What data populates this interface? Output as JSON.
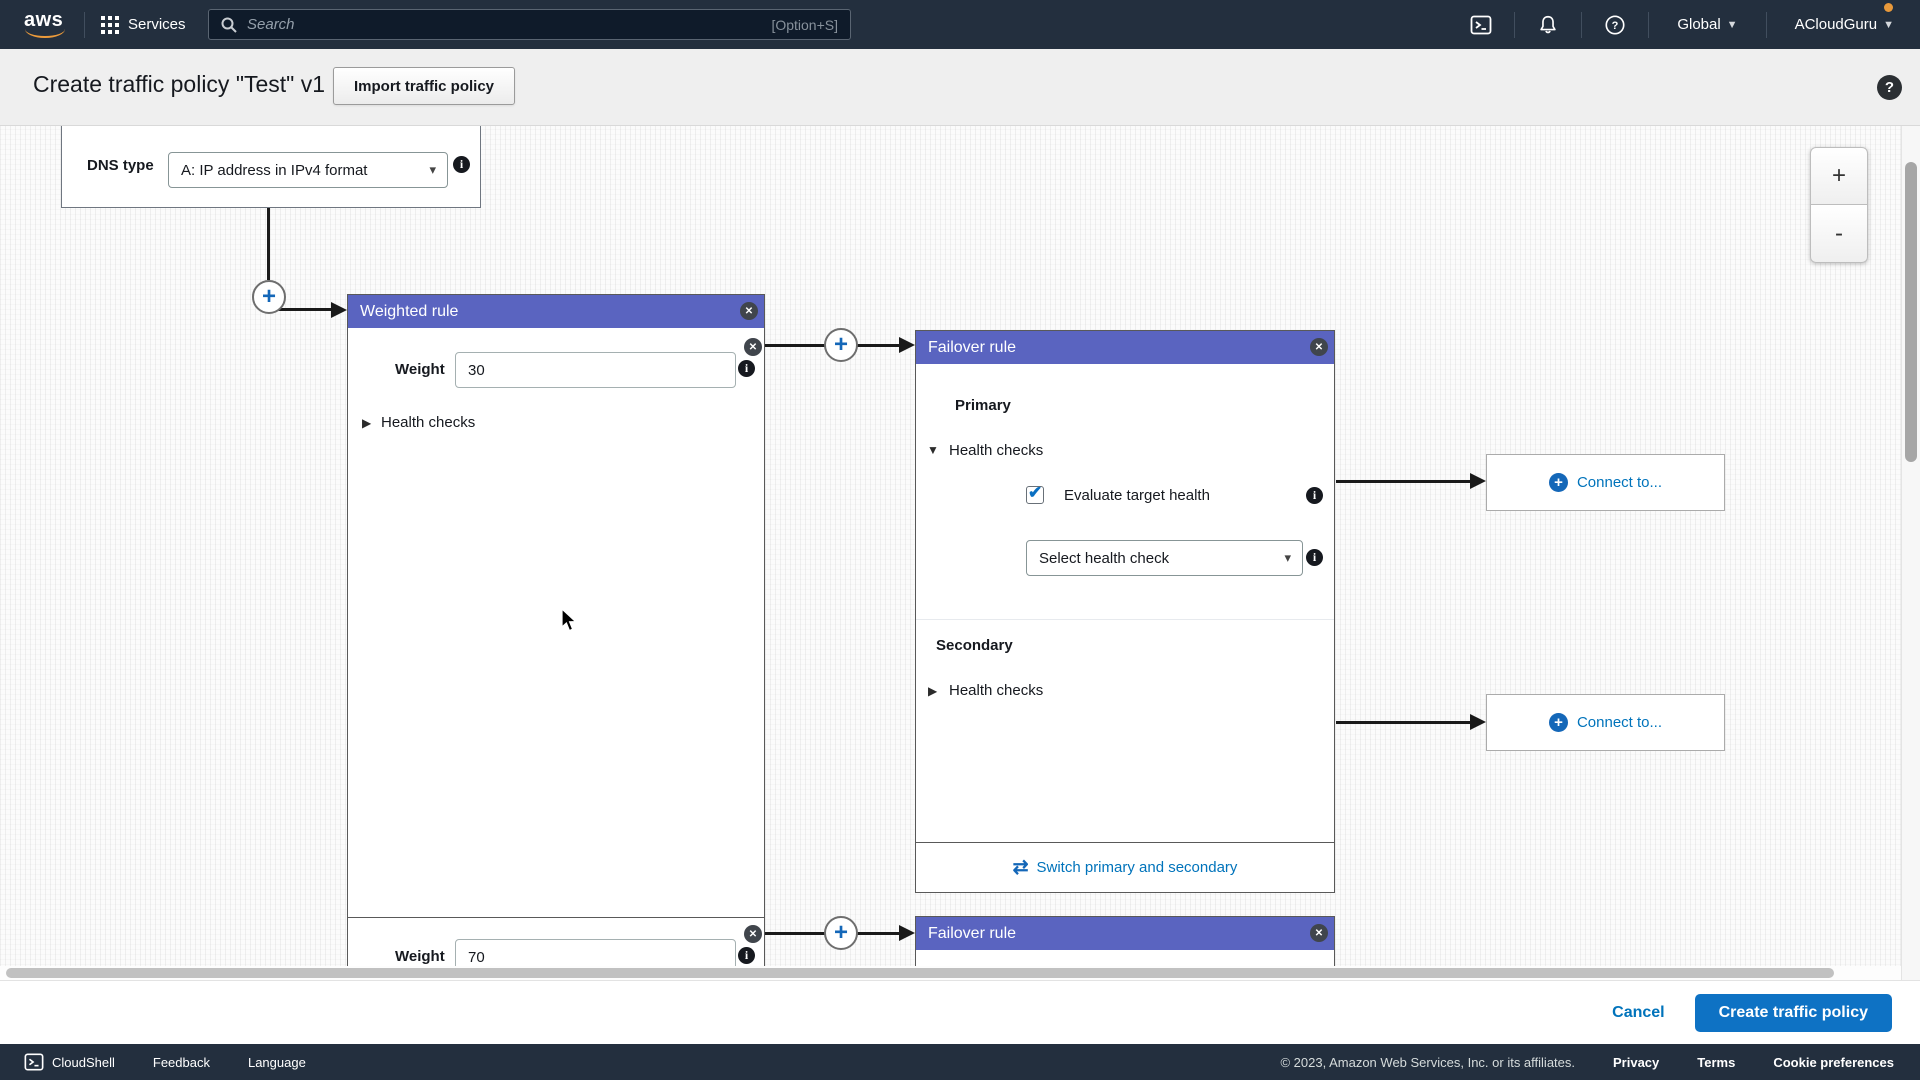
{
  "topbar": {
    "logo_text": "aws",
    "services_label": "Services",
    "search_placeholder": "Search",
    "search_shortcut": "[Option+S]",
    "region_label": "Global",
    "account_label": "ACloudGuru"
  },
  "header": {
    "title": "Create traffic policy \"Test\" v1",
    "import_button_label": "Import traffic policy",
    "help_label": "?"
  },
  "canvas": {
    "dns_type": {
      "label": "DNS type",
      "selected_value": "A: IP address in IPv4 format"
    },
    "weighted_rule": {
      "title": "Weighted rule",
      "endpoints": [
        {
          "weight_label": "Weight",
          "weight_value": "30",
          "health_checks_label": "Health checks"
        },
        {
          "weight_label": "Weight",
          "weight_value": "70"
        }
      ]
    },
    "failover_rules": [
      {
        "title": "Failover rule",
        "primary_label": "Primary",
        "primary_health_checks_label": "Health checks",
        "evaluate_target_health_label": "Evaluate target health",
        "health_check_placeholder": "Select health check",
        "secondary_label": "Secondary",
        "secondary_health_checks_label": "Health checks",
        "switch_label": "Switch primary and secondary"
      },
      {
        "title": "Failover rule"
      }
    ],
    "connect_buttons": [
      {
        "label": "Connect to..."
      },
      {
        "label": "Connect to..."
      }
    ],
    "zoom_controls": {
      "zoom_in_label": "+",
      "zoom_out_label": "-"
    }
  },
  "action_bar": {
    "cancel_label": "Cancel",
    "create_label": "Create traffic policy"
  },
  "footer": {
    "cloudshell_label": "CloudShell",
    "feedback_label": "Feedback",
    "language_label": "Language",
    "copyright": "© 2023, Amazon Web Services, Inc. or its affiliates.",
    "privacy_label": "Privacy",
    "terms_label": "Terms",
    "cookie_label": "Cookie preferences"
  },
  "colors": {
    "topbar_bg": "#232f3e",
    "rule_header_purple": "#5a64c0",
    "accent_blue": "#0073bb",
    "primary_button_blue": "#0e72c4",
    "aws_orange": "#ec9b3b"
  }
}
